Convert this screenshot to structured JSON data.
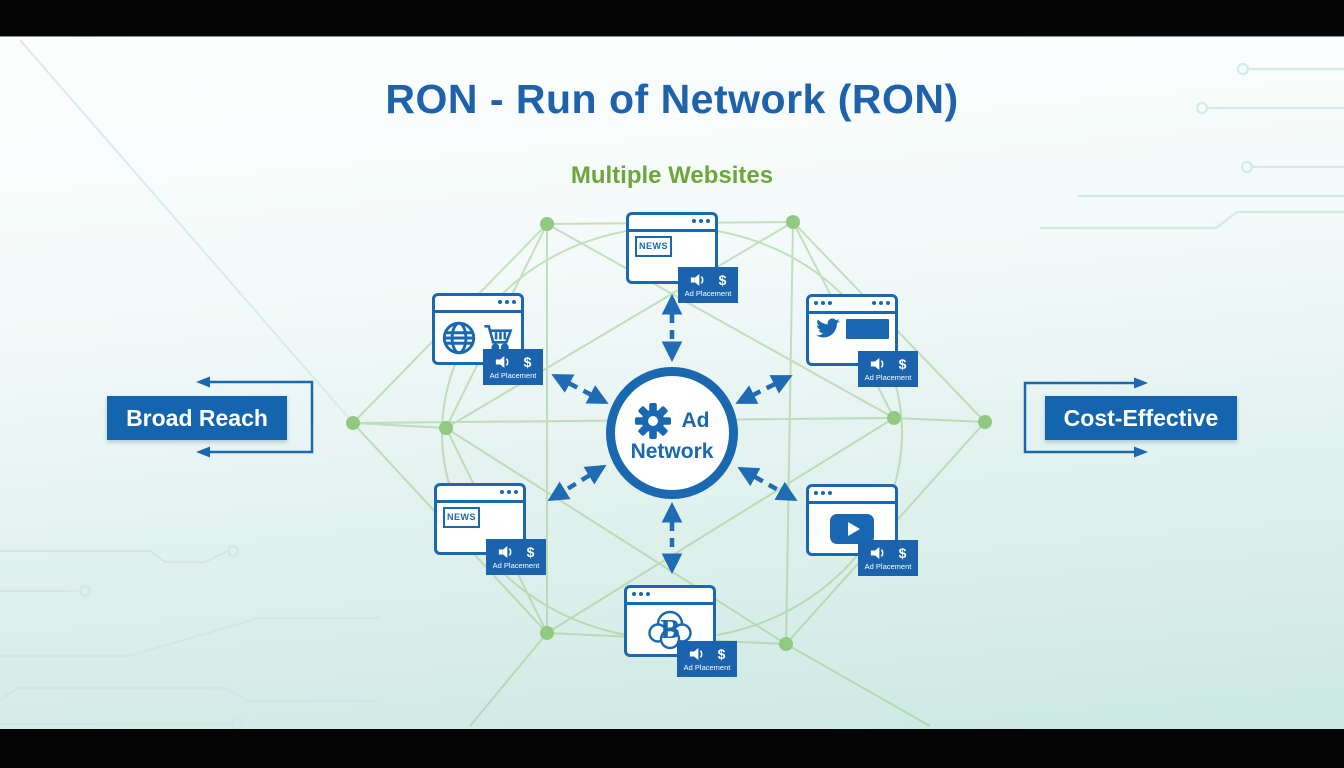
{
  "title": "RON - Run of Network (RON)",
  "subtitle": "Multiple Websites",
  "hub": {
    "label_line1": "Ad",
    "label_line2": "Network",
    "icon": "gear-icon"
  },
  "callouts": {
    "left": {
      "label": "Broad Reach",
      "arrow_direction": "left"
    },
    "right": {
      "label": "Cost-Effective",
      "arrow_direction": "right"
    }
  },
  "sites": [
    {
      "name": "news-site-top",
      "icon": "news-browser-icon",
      "content_label": "NEWS",
      "badge": {
        "label": "Ad Placement",
        "dollar": "$",
        "icon": "speaker-icon"
      }
    },
    {
      "name": "shopping-site",
      "icon": "globe-cart-icon",
      "badge": {
        "label": "Ad Placement",
        "dollar": "$",
        "icon": "speaker-icon"
      }
    },
    {
      "name": "social-site",
      "icon": "twitter-bird-icon",
      "badge": {
        "label": "Ad Placement",
        "dollar": "$",
        "icon": "speaker-icon"
      }
    },
    {
      "name": "news-site-left",
      "icon": "news-browser-icon",
      "content_label": "NEWS",
      "badge": {
        "label": "Ad Placement",
        "dollar": "$",
        "icon": "speaker-icon"
      }
    },
    {
      "name": "video-site",
      "icon": "video-play-icon",
      "badge": {
        "label": "Ad Placement",
        "dollar": "$",
        "icon": "speaker-icon"
      }
    },
    {
      "name": "blog-site",
      "icon": "cloud-blog-icon",
      "content_label": "B",
      "badge": {
        "label": "Ad Placement",
        "dollar": "$",
        "icon": "speaker-icon"
      }
    }
  ],
  "colors": {
    "primary_blue": "#1a68b2",
    "title_blue": "#1e62ab",
    "callout_blue": "#1565ae",
    "subtitle_green": "#6ca63d",
    "mesh_green": "#9ccb8c",
    "mesh_dot_green": "#8fca80",
    "circuit_teal": "#cfe7ea",
    "background_top": "#fdfefe",
    "background_bottom": "#cbe8e2",
    "letterbox": "#050505"
  }
}
